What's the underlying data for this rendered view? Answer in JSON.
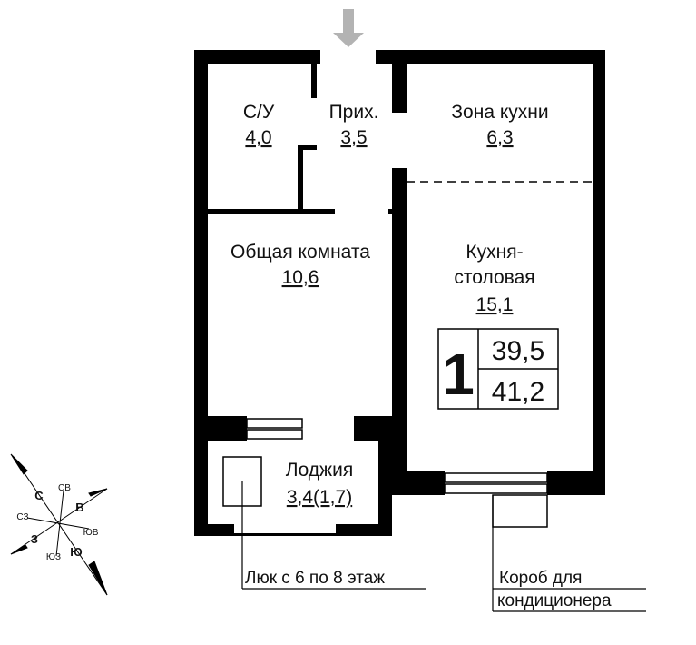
{
  "rooms": {
    "bathroom": {
      "name": "С/У",
      "area": "4,0"
    },
    "hall": {
      "name": "Прих.",
      "area": "3,5"
    },
    "kitchen_zone": {
      "name": "Зона кухни",
      "area": "6,3"
    },
    "living_room": {
      "name": "Общая комната",
      "area": "10,6"
    },
    "kitchen_dining": {
      "name_line1": "Кухня-",
      "name_line2": "столовая",
      "area": "15,1"
    },
    "loggia": {
      "name": "Лоджия",
      "area": "3,4(1,7)"
    }
  },
  "apartment": {
    "rooms_count": "1",
    "living_area": "39,5",
    "total_area": "41,2"
  },
  "notes": {
    "hatch": "Люк с 6 по 8 этаж",
    "ac_box_line1": "Короб для",
    "ac_box_line2": "кондиционера"
  },
  "compass": {
    "n": "С",
    "ne": "СВ",
    "e": "В",
    "se": "ЮВ",
    "s": "Ю",
    "sw": "ЮЗ",
    "w": "З",
    "nw": "СЗ"
  },
  "colors": {
    "wall": "#000000",
    "entrance_arrow": "#b3b3b3"
  }
}
